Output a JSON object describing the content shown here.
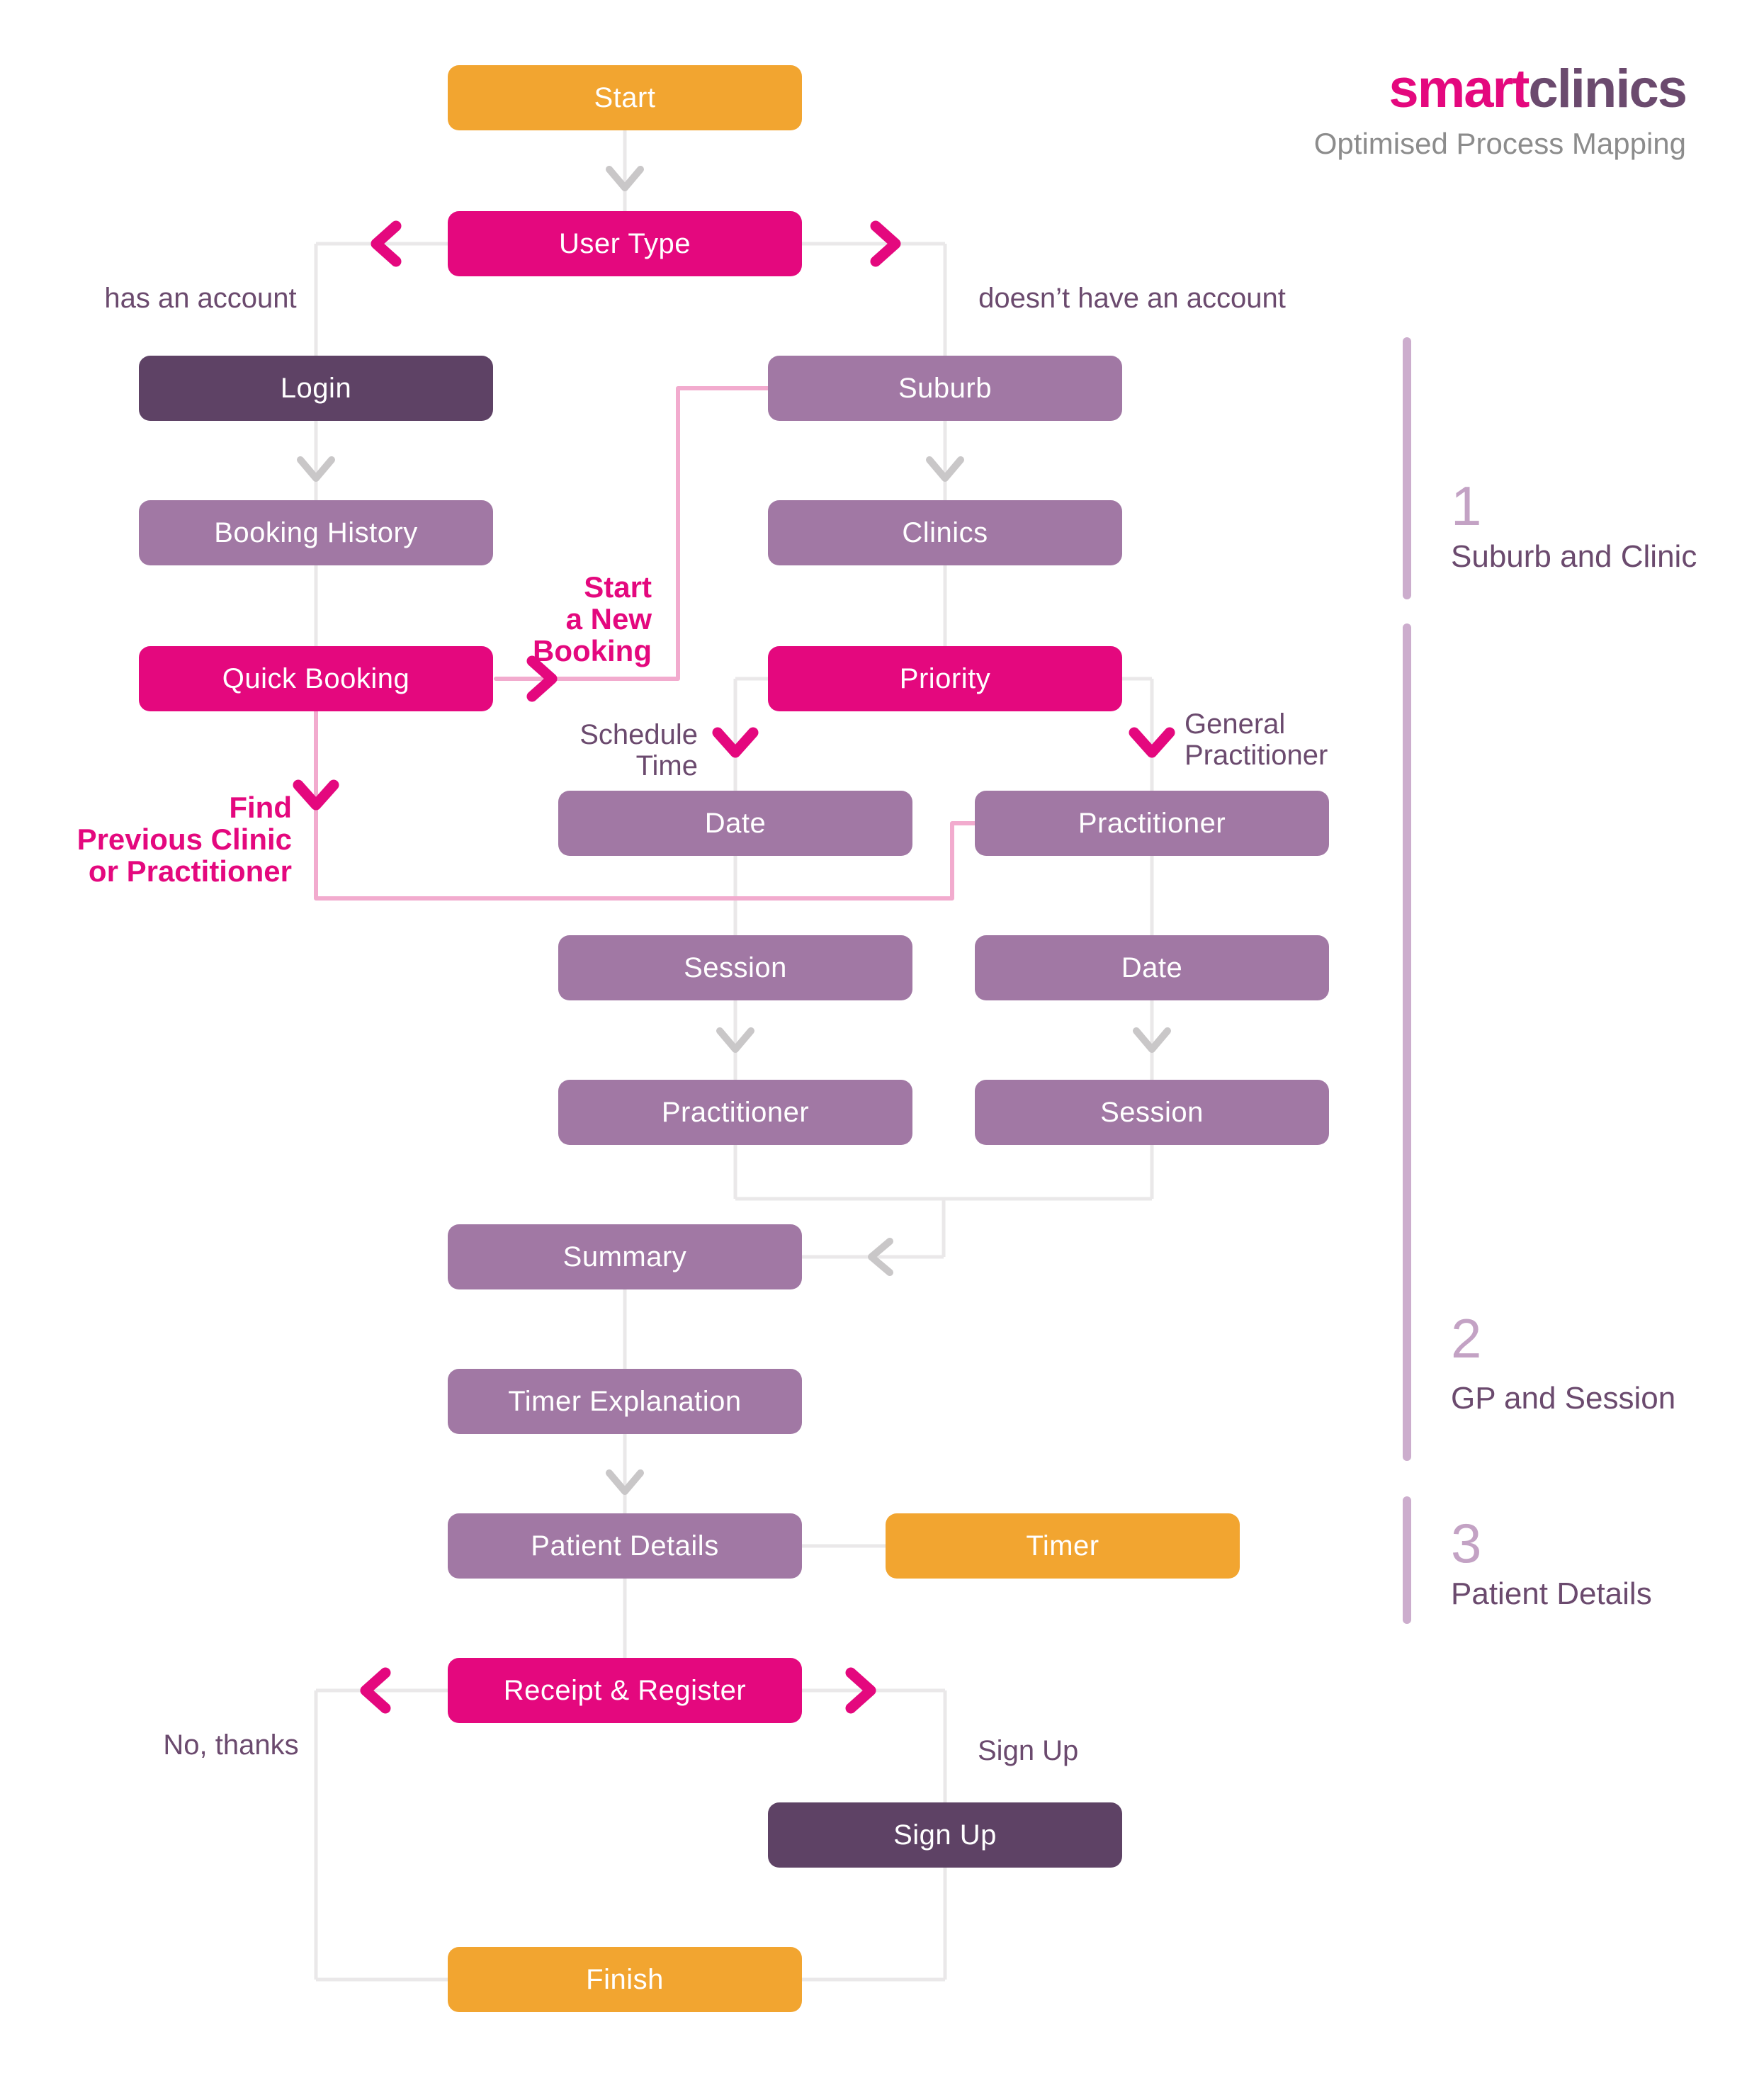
{
  "logo": {
    "brand_pink": "smart",
    "brand_purple": "clinics",
    "subtitle": "Optimised Process Mapping"
  },
  "colors": {
    "orange": "#F2A530",
    "pink": "#E4087E",
    "pink_light": "#F2ABCE",
    "purple_dark": "#5E4265",
    "purple_mid": "#A178A4",
    "purple_text": "#6B4A6E",
    "gray_line": "#EAE8E9",
    "gray_chevron": "#C9C7C8",
    "section_line": "#CCADCD",
    "section_number": "#C3A2C4",
    "logo_gray": "#8C8C8C"
  },
  "nodes": {
    "start": {
      "label": "Start"
    },
    "user_type": {
      "label": "User Type"
    },
    "login": {
      "label": "Login"
    },
    "booking_history": {
      "label": "Booking History"
    },
    "quick_booking": {
      "label": "Quick Booking"
    },
    "suburb": {
      "label": "Suburb"
    },
    "clinics": {
      "label": "Clinics"
    },
    "priority": {
      "label": "Priority"
    },
    "date_left": {
      "label": "Date"
    },
    "session_left": {
      "label": "Session"
    },
    "practitioner_left": {
      "label": "Practitioner"
    },
    "practitioner_right": {
      "label": "Practitioner"
    },
    "date_right": {
      "label": "Date"
    },
    "session_right": {
      "label": "Session"
    },
    "summary": {
      "label": "Summary"
    },
    "timer_explanation": {
      "label": "Timer Explanation"
    },
    "patient_details": {
      "label": "Patient Details"
    },
    "timer": {
      "label": "Timer"
    },
    "receipt_register": {
      "label": "Receipt & Register"
    },
    "sign_up": {
      "label": "Sign Up"
    },
    "finish": {
      "label": "Finish"
    }
  },
  "annotations": {
    "has_account": "has an account",
    "no_account": "doesn’t have an account",
    "start_new_booking": "Start\na New\nBooking",
    "schedule_time": "Schedule\nTime",
    "general_practitioner": "General\nPractitioner",
    "find_previous": "Find\nPrevious Clinic\nor Practitioner",
    "no_thanks": "No, thanks",
    "sign_up_label": "Sign Up"
  },
  "sections": [
    {
      "number": "1",
      "label": "Suburb and Clinic"
    },
    {
      "number": "2",
      "label": "GP and Session"
    },
    {
      "number": "3",
      "label": "Patient Details"
    }
  ]
}
